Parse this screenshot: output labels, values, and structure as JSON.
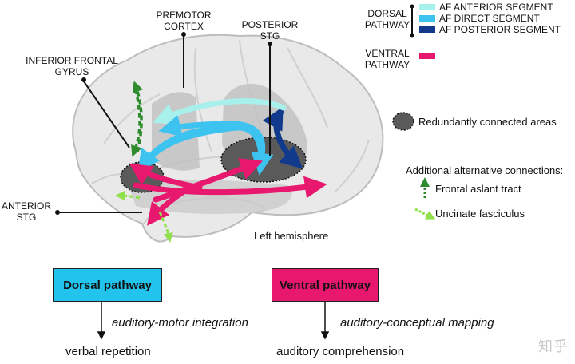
{
  "labels": {
    "premotor_l1": "PREMOTOR",
    "premotor_l2": "CORTEX",
    "posterior_l1": "POSTERIOR",
    "posterior_l2": "STG",
    "ifg_l1": "INFERIOR FRONTAL",
    "ifg_l2": "GYRUS",
    "astg_l1": "ANTERIOR",
    "astg_l2": "STG",
    "hemisphere": "Left hemisphere"
  },
  "legend": {
    "dorsal_l1": "DORSAL",
    "dorsal_l2": "PATHWAY",
    "af_anterior": "AF ANTERIOR SEGMENT",
    "af_direct": "AF DIRECT SEGMENT",
    "af_posterior": "AF POSTERIOR SEGMENT",
    "ventral_l1": "VENTRAL",
    "ventral_l2": "PATHWAY",
    "redundant": "Redundantly connected areas",
    "alt_title": "Additional alternative connections:",
    "frontal_aslant": "Frontal aslant tract",
    "uncinate": "Uncinate fasciculus"
  },
  "colors": {
    "af_anterior": "#a8f0ec",
    "af_direct": "#3cc3f0",
    "af_posterior": "#123a8c",
    "ventral": "#e8186f",
    "frontal_aslant": "#2e8b2e",
    "uncinate": "#8fe04a",
    "dorsal_box": "#22c4ee",
    "ventral_box": "#e8186f"
  },
  "bottom": {
    "dorsal_box": "Dorsal pathway",
    "dorsal_function": "auditory-motor integration",
    "dorsal_outcome": "verbal repetition",
    "ventral_box": "Ventral pathway",
    "ventral_function": "auditory-conceptual mapping",
    "ventral_outcome": "auditory comprehension"
  },
  "watermark": "知乎"
}
